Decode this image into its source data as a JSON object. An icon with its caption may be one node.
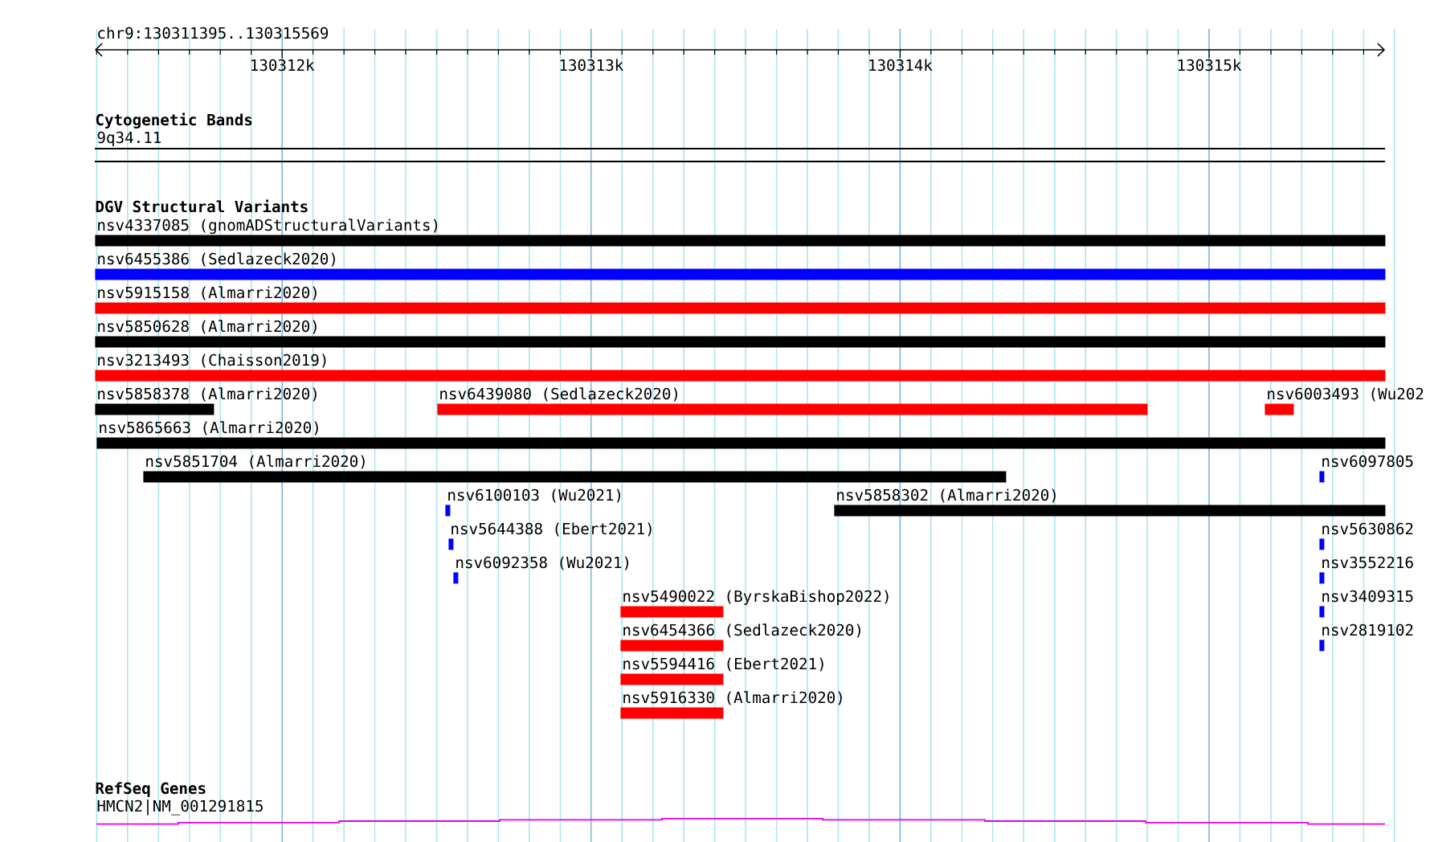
{
  "diagram": {
    "nodes": [
      {
        "text": [
          "nsv4337085 (gnomADStructuralVariants)"
        ]
      },
      {
        "text": [
          "nsv6455386 (Sedlazeck2020)"
        ]
      },
      {
        "text": [
          "nsv5915158 (Almarri2020)"
        ]
      },
      {
        "text": [
          "nsv5850628 (Almarri2020)"
        ]
      },
      {
        "text": [
          "nsv3213493 (Chaisson2019)"
        ]
      },
      {
        "text": [
          "nsv5858378 (Almarri2020)"
        ]
      },
      {
        "text": [
          "nsv6439080 (Sedlazeck2020)"
        ]
      },
      {
        "text": [
          "nsv6003493 (Wu202"
        ]
      },
      {
        "text": [
          "nsv5865663 (Almarri2020)"
        ]
      },
      {
        "text": [
          "nsv5851704 (Almarri2020)"
        ]
      },
      {
        "text": [
          "nsv6097805"
        ]
      },
      {
        "text": [
          "nsv6100103 (Wu2021)"
        ]
      },
      {
        "text": [
          "nsv5858302 (Almarri2020)"
        ]
      },
      {
        "text": [
          "nsv5644388 (Ebert2021)"
        ]
      },
      {
        "text": [
          "nsv5630862"
        ]
      },
      {
        "text": [
          "nsv6092358 (Wu2021)"
        ]
      },
      {
        "text": [
          "nsv3552216"
        ]
      },
      {
        "text": [
          "nsv5490022 (ByrskaBishop2022)"
        ]
      },
      {
        "text": [
          "nsv3409315"
        ]
      },
      {
        "text": [
          "nsv6454366 (Sedlazeck2020)"
        ]
      },
      {
        "text": [
          "nsv2819102"
        ]
      },
      {
        "text": [
          "nsv5594416 (Ebert2021)"
        ]
      },
      {
        "text": [
          "nsv5916330 (Almarri2020)"
        ]
      }
    ],
    "labels": [
      "chr9:130311395..130315569",
      "130312k",
      "130313k",
      "130314k",
      "130315k",
      "Cytogenetic Bands",
      "9q34.11",
      "DGV Structural Variants",
      "RefSeq Genes",
      "HMCN2|NM_001291815"
    ]
  }
}
